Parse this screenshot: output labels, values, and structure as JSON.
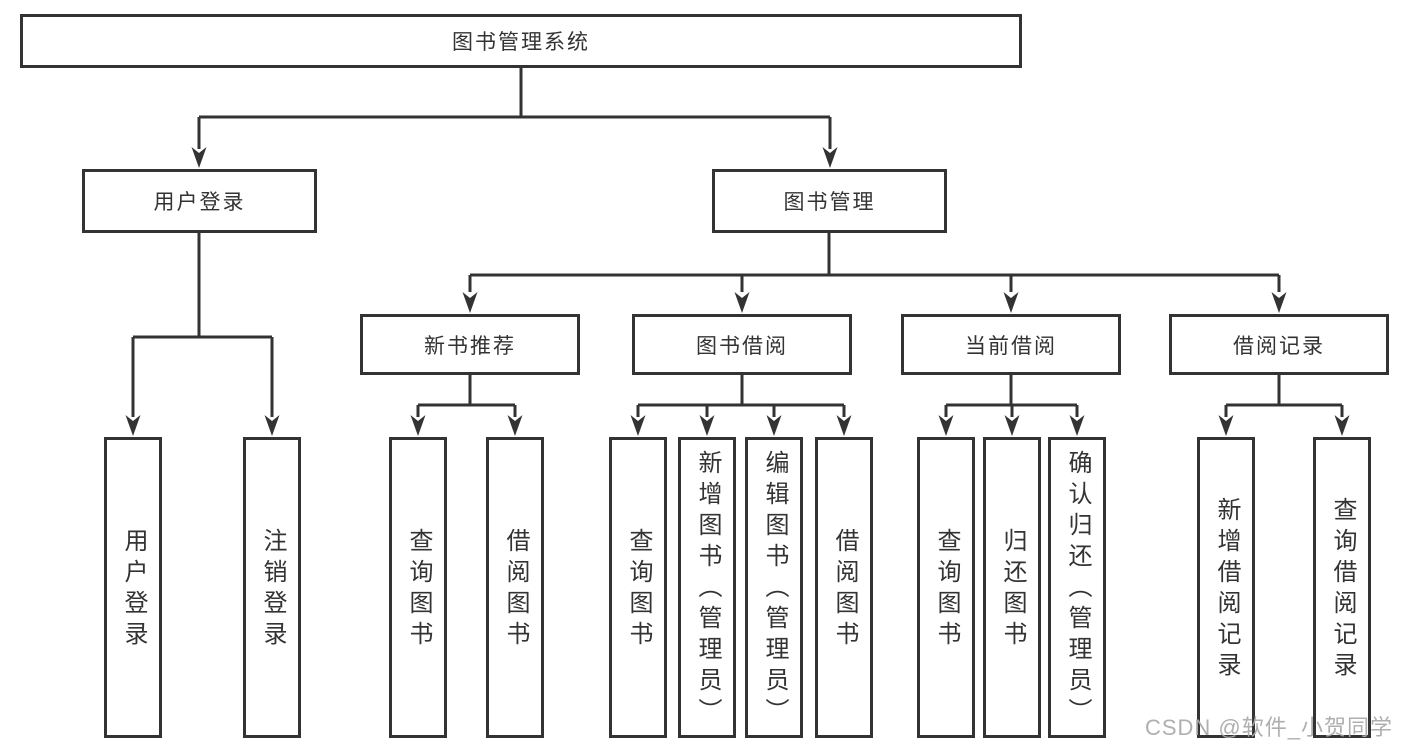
{
  "diagram_title": "图书管理系统",
  "tree": {
    "label": "图书管理系统",
    "children": [
      {
        "label": "用户登录",
        "children": [
          {
            "label": "用户登录"
          },
          {
            "label": "注销登录"
          }
        ]
      },
      {
        "label": "图书管理",
        "children": [
          {
            "label": "新书推荐",
            "children": [
              {
                "label": "查询图书"
              },
              {
                "label": "借阅图书"
              }
            ]
          },
          {
            "label": "图书借阅",
            "children": [
              {
                "label": "查询图书"
              },
              {
                "label": "新增图书（管理员）"
              },
              {
                "label": "编辑图书（管理员）"
              },
              {
                "label": "借阅图书"
              }
            ]
          },
          {
            "label": "当前借阅",
            "children": [
              {
                "label": "查询图书"
              },
              {
                "label": "归还图书"
              },
              {
                "label": "确认归还（管理员）"
              }
            ]
          },
          {
            "label": "借阅记录",
            "children": [
              {
                "label": "新增借阅记录"
              },
              {
                "label": "查询借阅记录"
              }
            ]
          }
        ]
      }
    ]
  },
  "watermark": {
    "text": "CSDN @软件_小贺同学"
  },
  "colors": {
    "line": "#333333",
    "box_border": "#333333",
    "text": "#333333",
    "background": "#ffffff",
    "watermark": "#a8a8a8"
  }
}
